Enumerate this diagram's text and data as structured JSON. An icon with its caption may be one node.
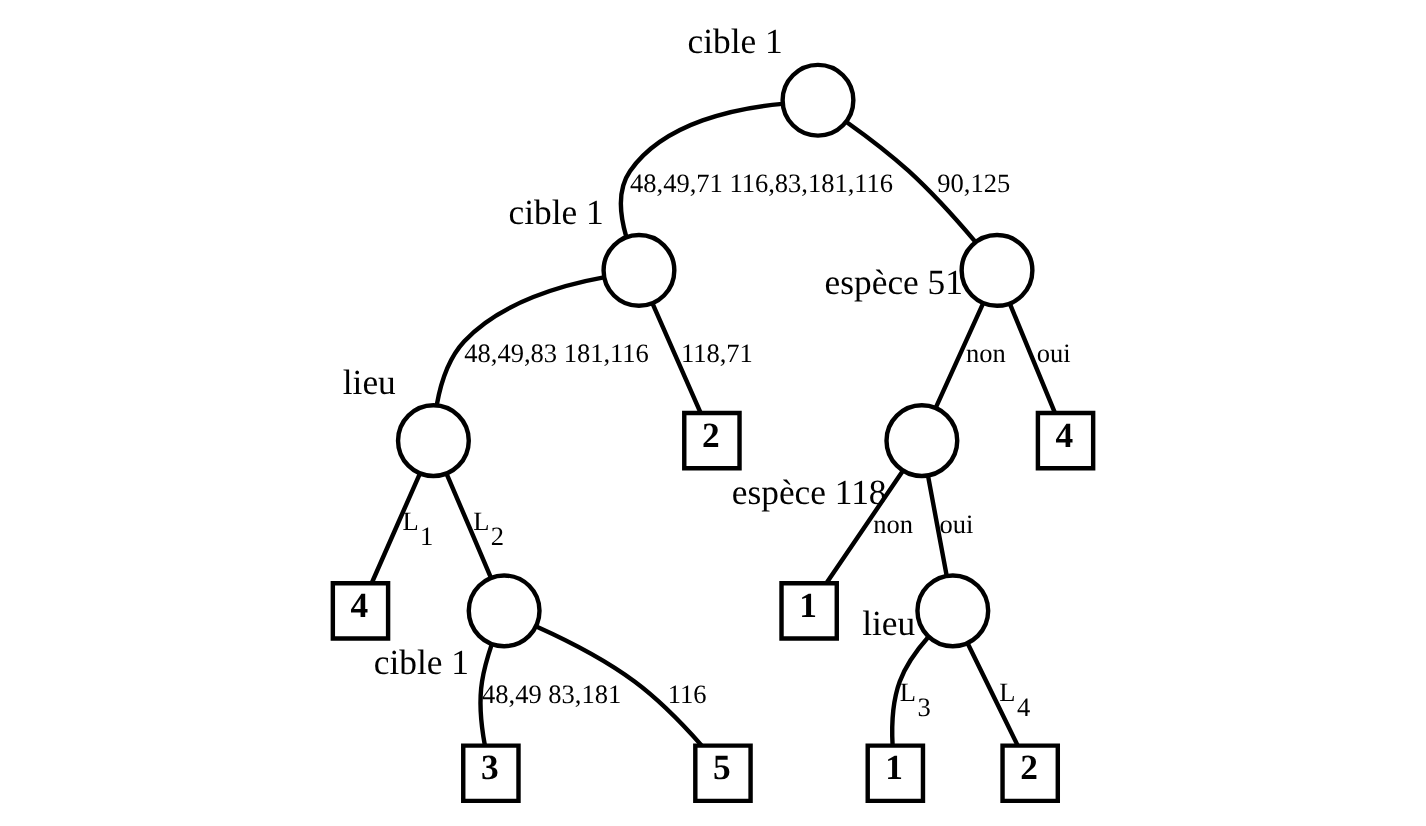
{
  "diagram": {
    "nodes": [
      {
        "text": [],
        "shape": "circle",
        "beside": [
          "cible 1"
        ]
      },
      {
        "text": [],
        "shape": "circle",
        "beside": [
          "cible 1"
        ]
      },
      {
        "text": [],
        "shape": "circle",
        "beside": [
          "espèce 51"
        ]
      },
      {
        "text": [],
        "shape": "circle",
        "beside": [
          "lieu"
        ]
      },
      {
        "text": [
          "2"
        ]
      },
      {
        "text": [],
        "shape": "circle",
        "beside": [
          "espèce 118"
        ]
      },
      {
        "text": [
          "4"
        ]
      },
      {
        "text": [
          "4"
        ]
      },
      {
        "text": [],
        "shape": "circle",
        "beside": [
          "cible 1"
        ]
      },
      {
        "text": [
          "1"
        ]
      },
      {
        "text": [],
        "shape": "circle",
        "beside": [
          "lieu"
        ]
      },
      {
        "text": [
          "3"
        ]
      },
      {
        "text": [
          "5"
        ]
      },
      {
        "text": [
          "1"
        ]
      },
      {
        "text": [
          "2"
        ]
      }
    ],
    "edges": [
      {
        "from": 0,
        "to": 1,
        "arrow": "none",
        "label": "48,49,71 116,83,181,116"
      },
      {
        "from": 0,
        "to": 2,
        "arrow": "none",
        "label": "90,125"
      },
      {
        "from": 1,
        "to": 3,
        "arrow": "none",
        "label": "48,49,83 181,116"
      },
      {
        "from": 1,
        "to": 4,
        "arrow": "none",
        "label": "118,71"
      },
      {
        "from": 2,
        "to": 5,
        "arrow": "none",
        "label": "non"
      },
      {
        "from": 2,
        "to": 6,
        "arrow": "none",
        "label": "oui"
      },
      {
        "from": 3,
        "to": 7,
        "arrow": "none",
        "label": "L$_{1}$"
      },
      {
        "from": 3,
        "to": 8,
        "arrow": "none",
        "label": "L$_{2}$"
      },
      {
        "from": 5,
        "to": 9,
        "arrow": "none",
        "label": "non"
      },
      {
        "from": 5,
        "to": 10,
        "arrow": "none",
        "label": "oui"
      },
      {
        "from": 8,
        "to": 11,
        "arrow": "none",
        "label": "48,49 83,181"
      },
      {
        "from": 8,
        "to": 12,
        "arrow": "none",
        "label": "116"
      },
      {
        "from": 10,
        "to": 13,
        "arrow": "none",
        "label": "L$_{3}$"
      },
      {
        "from": 10,
        "to": 14,
        "arrow": "none",
        "label": "L$_{4}$"
      }
    ]
  }
}
